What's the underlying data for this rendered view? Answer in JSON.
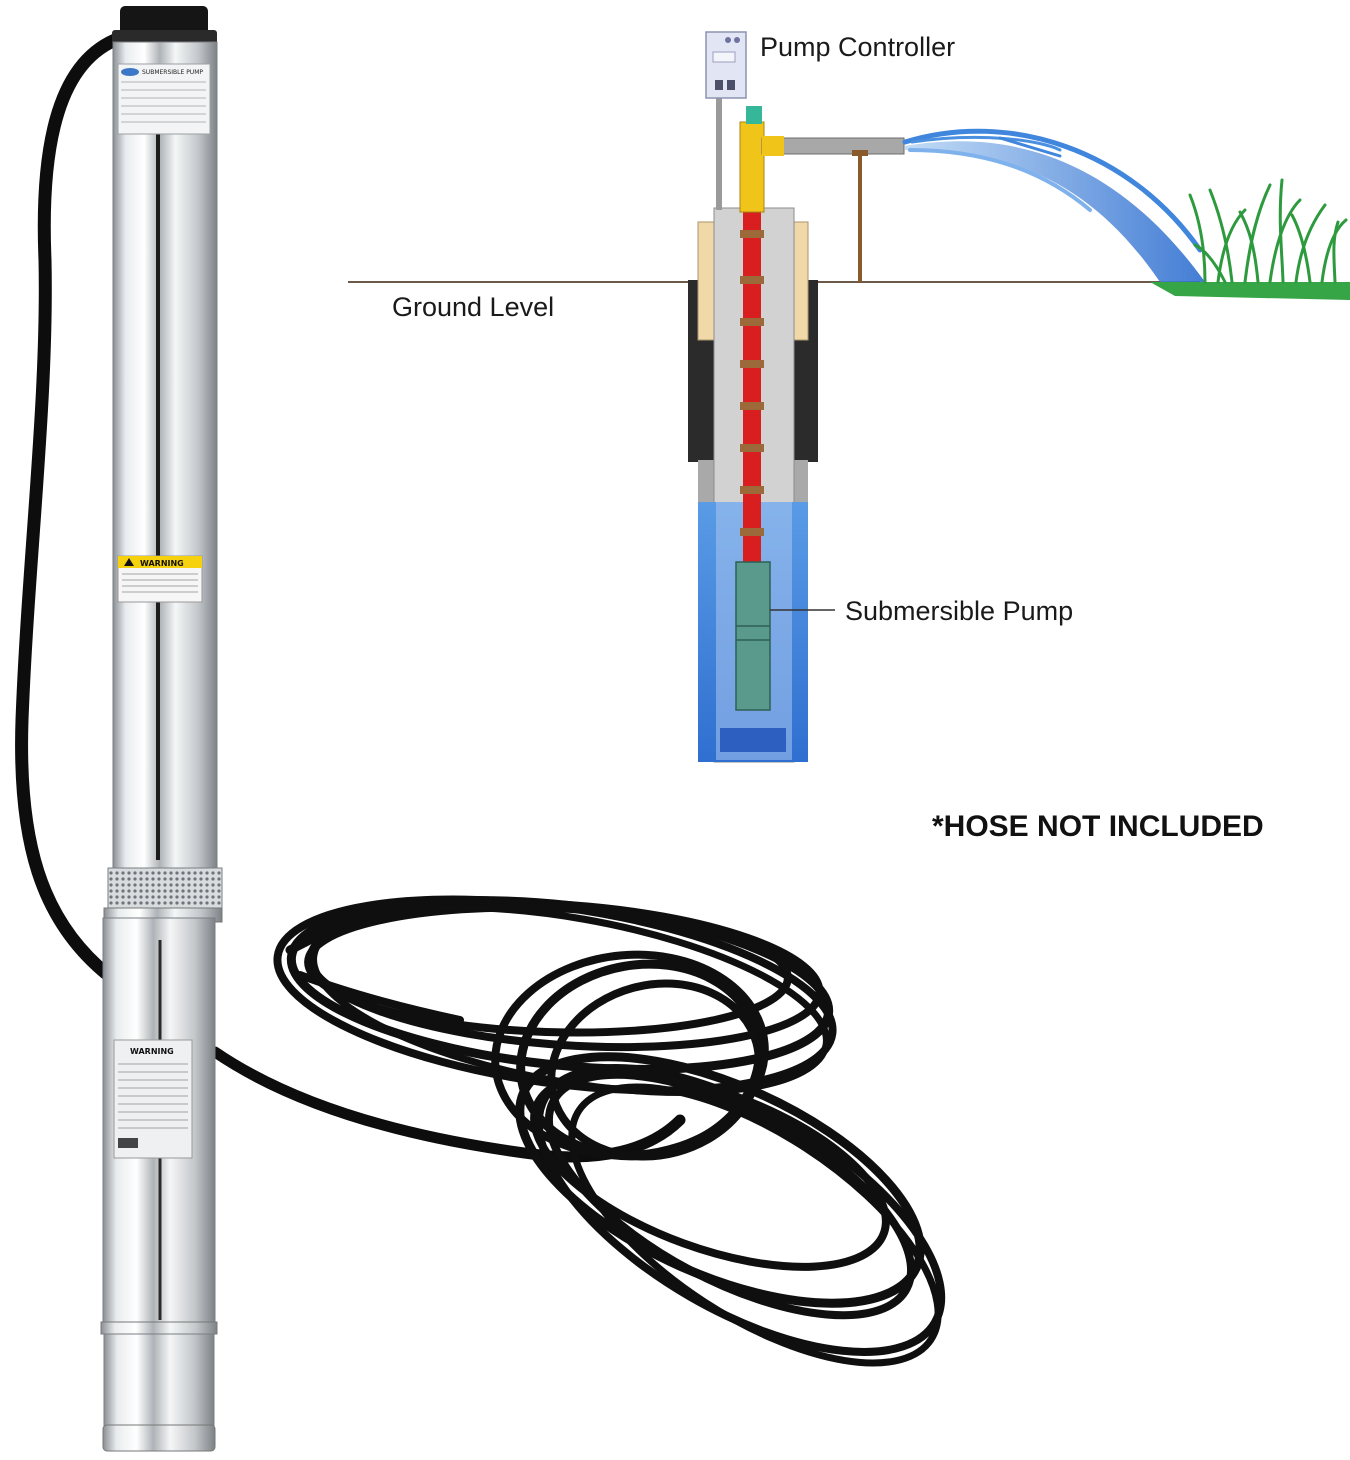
{
  "diagram": {
    "labels": {
      "pump_controller": "Pump Controller",
      "ground_level": "Ground Level",
      "submersible_pump": "Submersible Pump"
    },
    "note": "*HOSE NOT INCLUDED"
  },
  "product_photo": {
    "nameplate_title": "SUBMERSIBLE PUMP",
    "warning_label": "WARNING",
    "lower_warning_label": "WARNING"
  },
  "colors": {
    "water": "#3f86dc",
    "riser_pipe": "#d81e1e",
    "cap_pipe": "#f1c419",
    "pump_body": "#5a9a8c",
    "grass": "#35a545",
    "casing": "#c8c8c8",
    "grout": "#2b2b2b",
    "sand": "#f0d8a8",
    "stainless": "#cfd3d6",
    "cable": "#0d0d0d"
  }
}
